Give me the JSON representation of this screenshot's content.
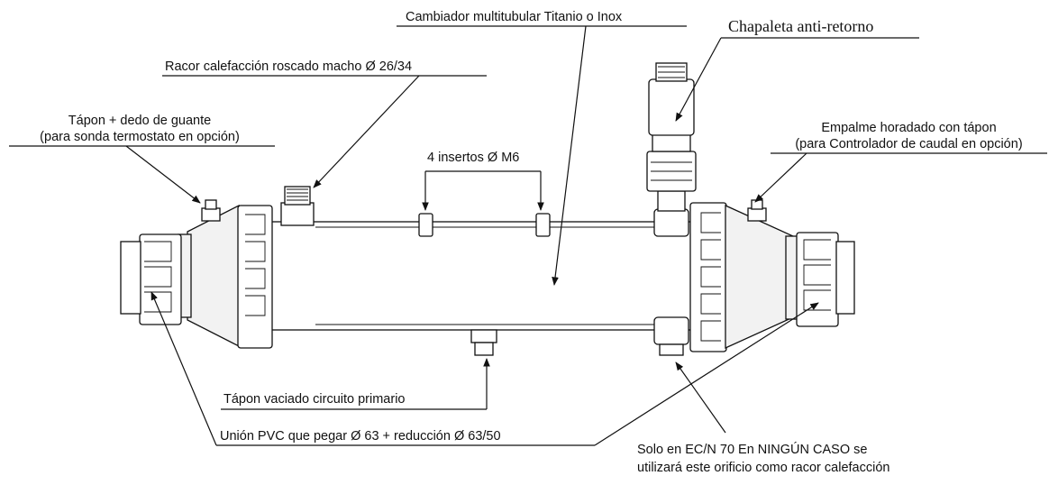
{
  "labels": {
    "exchanger": "Cambiador multitubular Titanio o Inox",
    "check_valve": "Chapaleta anti-retorno",
    "heating_fitting": "Racor calefacción roscado macho Ø 26/34",
    "plug_line1": "Tápon + dedo de guante",
    "plug_line2": "(para sonda termostato en opción)",
    "union_line1": "Empalme horadado con tápon",
    "union_line2": "(para Controlador de caudal en opción)",
    "inserts": "4 insertos Ø M6",
    "drain": "Tápon vaciado circuito primario",
    "pvc_union": "Unión PVC que pegar Ø 63 + reducción Ø 63/50",
    "note_line1": "Solo en EC/N 70  En NINGÚN CASO se",
    "note_line2": "utilizará este orificio como racor calefacción"
  }
}
